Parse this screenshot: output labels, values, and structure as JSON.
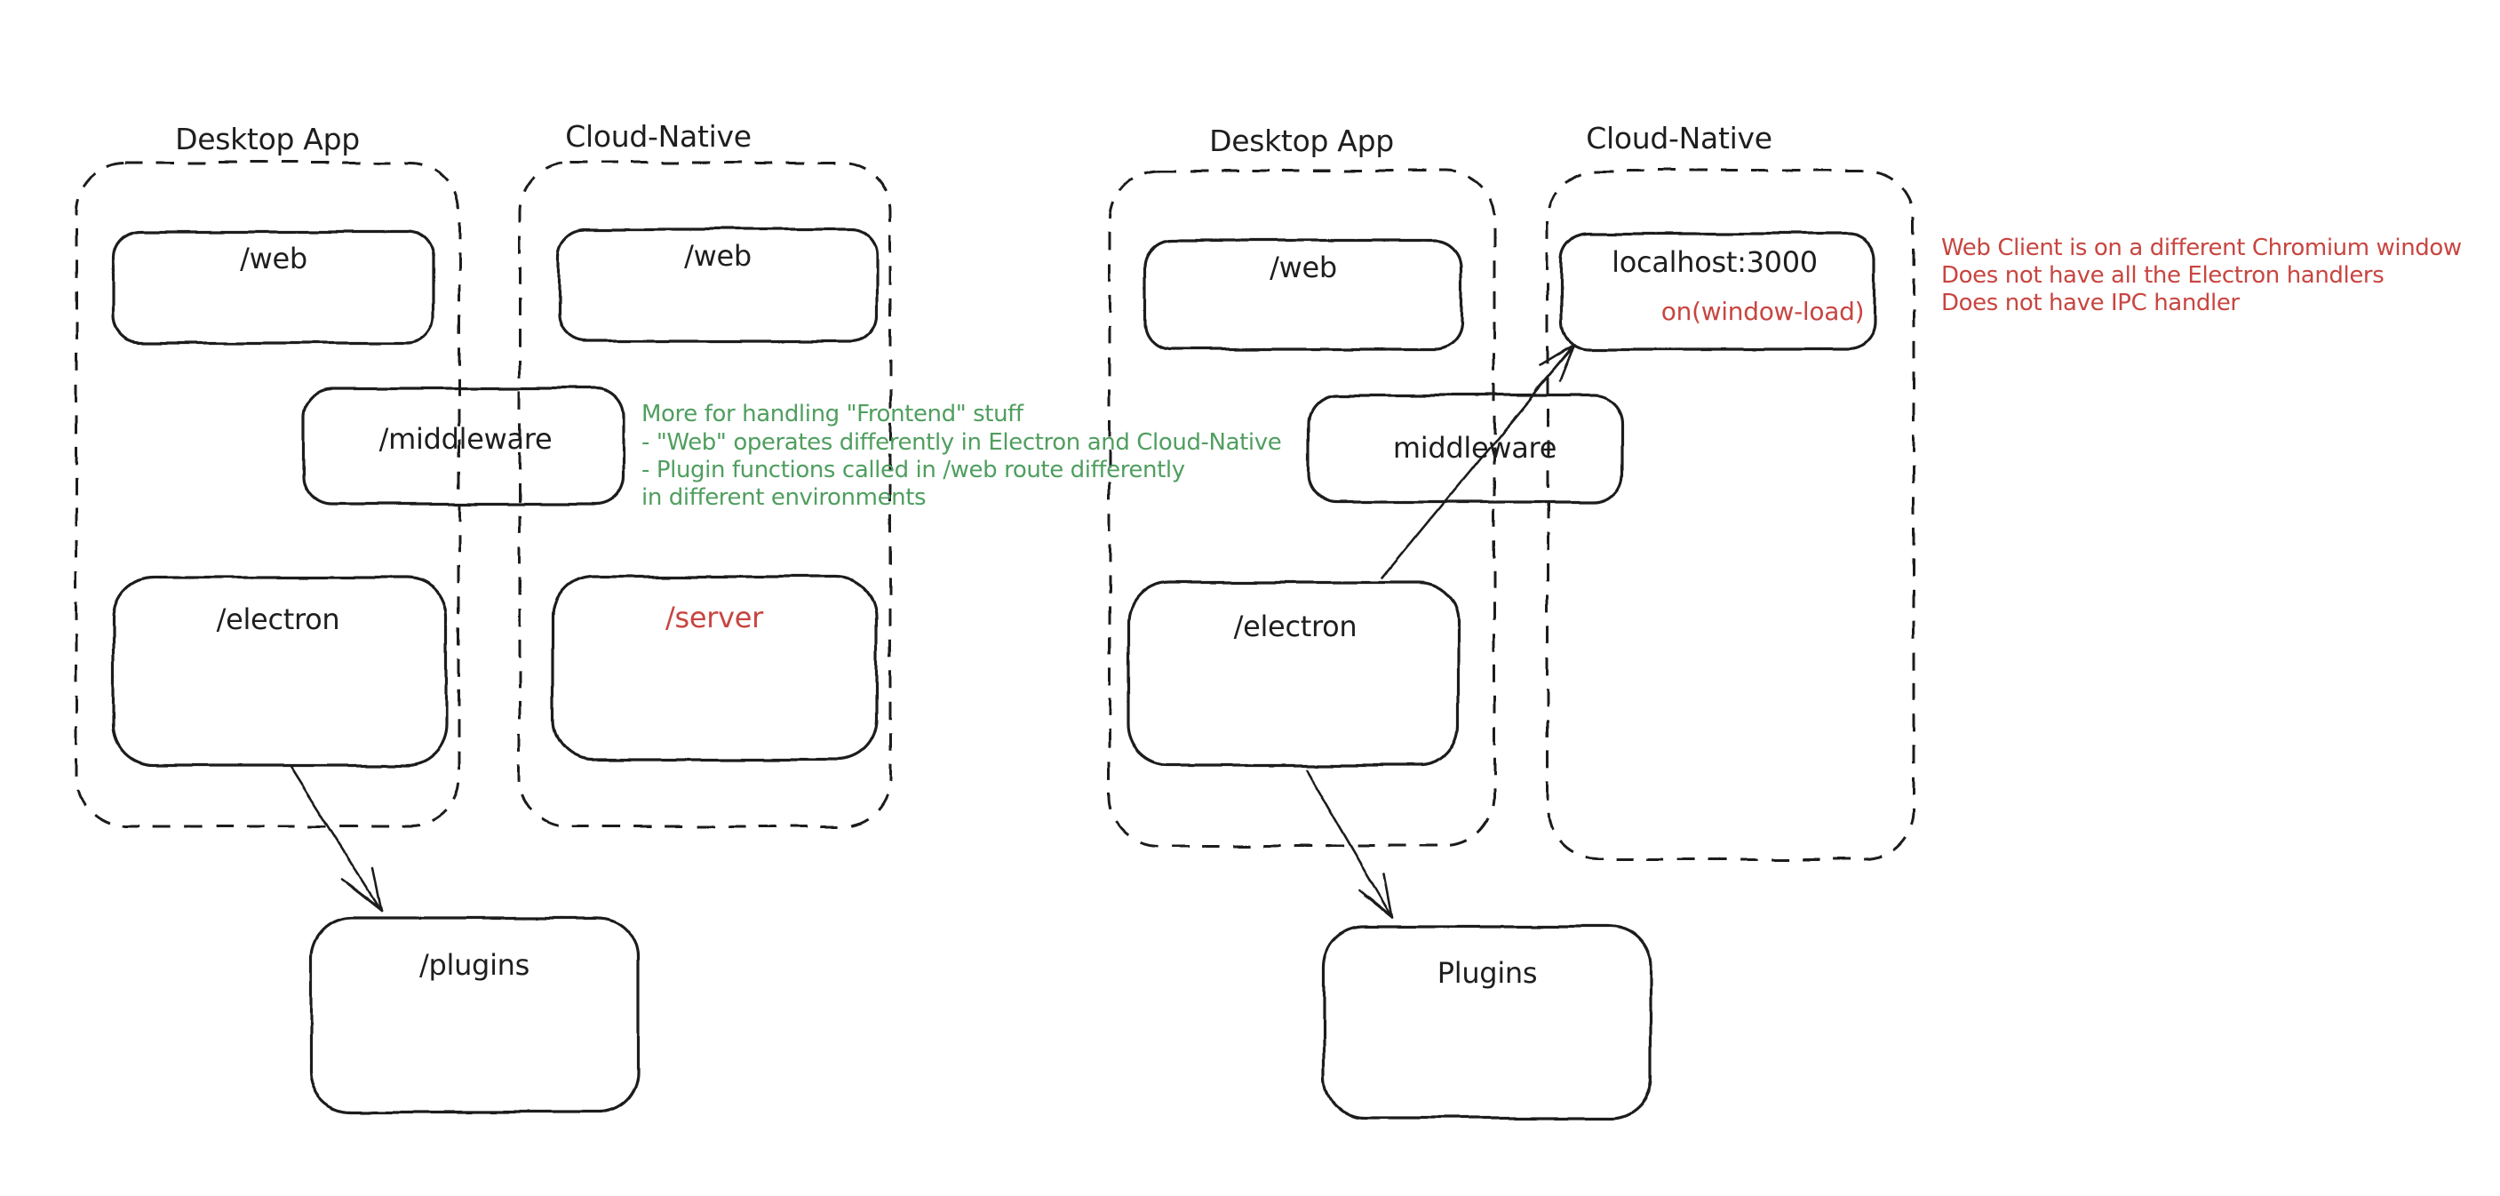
{
  "colors": {
    "ink": "#1e1e1e",
    "red": "#c84540",
    "green": "#4f9e5f",
    "canvas": "#ffffff"
  },
  "left_diagram": {
    "desktop_group_label": "Desktop App",
    "cloud_group_label": "Cloud-Native",
    "web_desktop_label": "/web",
    "web_cloud_label": "/web",
    "middleware_label": "/middleware",
    "electron_label": "/electron",
    "server_label": "/server",
    "plugins_label": "/plugins",
    "green_note_lines": [
      "More for handling \"Frontend\" stuff",
      "- \"Web\" operates differently in Electron and Cloud-Native",
      "- Plugin functions called in /web route differently",
      "in different environments"
    ]
  },
  "right_diagram": {
    "desktop_group_label": "Desktop App",
    "cloud_group_label": "Cloud-Native",
    "web_desktop_label": "/web",
    "localhost_label": "localhost:3000",
    "localhost_sublabel": "on(window-load)",
    "middleware_label": "middleware",
    "electron_label": "/electron",
    "plugins_label": "Plugins",
    "red_note_lines": [
      "Web Client is on a different Chromium window",
      "Does not have all the Electron handlers",
      "Does not have IPC handler"
    ]
  }
}
